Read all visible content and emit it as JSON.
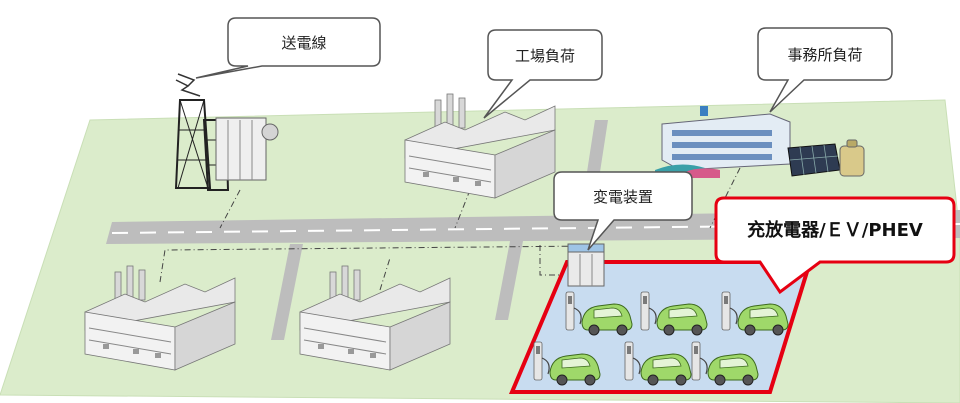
{
  "callouts": {
    "transmission_line": "送電線",
    "factory_load": "工場負荷",
    "office_load": "事務所負荷",
    "substation": "変電装置",
    "charger_ev": "充放電器/ＥＶ/PHEV"
  },
  "colors": {
    "ground": "#dbeccb",
    "ground_edge": "#c9dfb6",
    "road": "#bdbdbd",
    "highlight_border": "#e60012",
    "parking_fill": "#c8dcf0",
    "car_body": "#9fd86a",
    "callout_border": "#555555"
  },
  "icons": {
    "tower": "transmission-tower-icon",
    "factory": "factory-icon",
    "office": "office-building-icon",
    "solar": "solar-panel-icon",
    "battery": "battery-icon",
    "substation": "substation-icon",
    "charger": "ev-charger-icon",
    "car": "electric-car-icon"
  }
}
